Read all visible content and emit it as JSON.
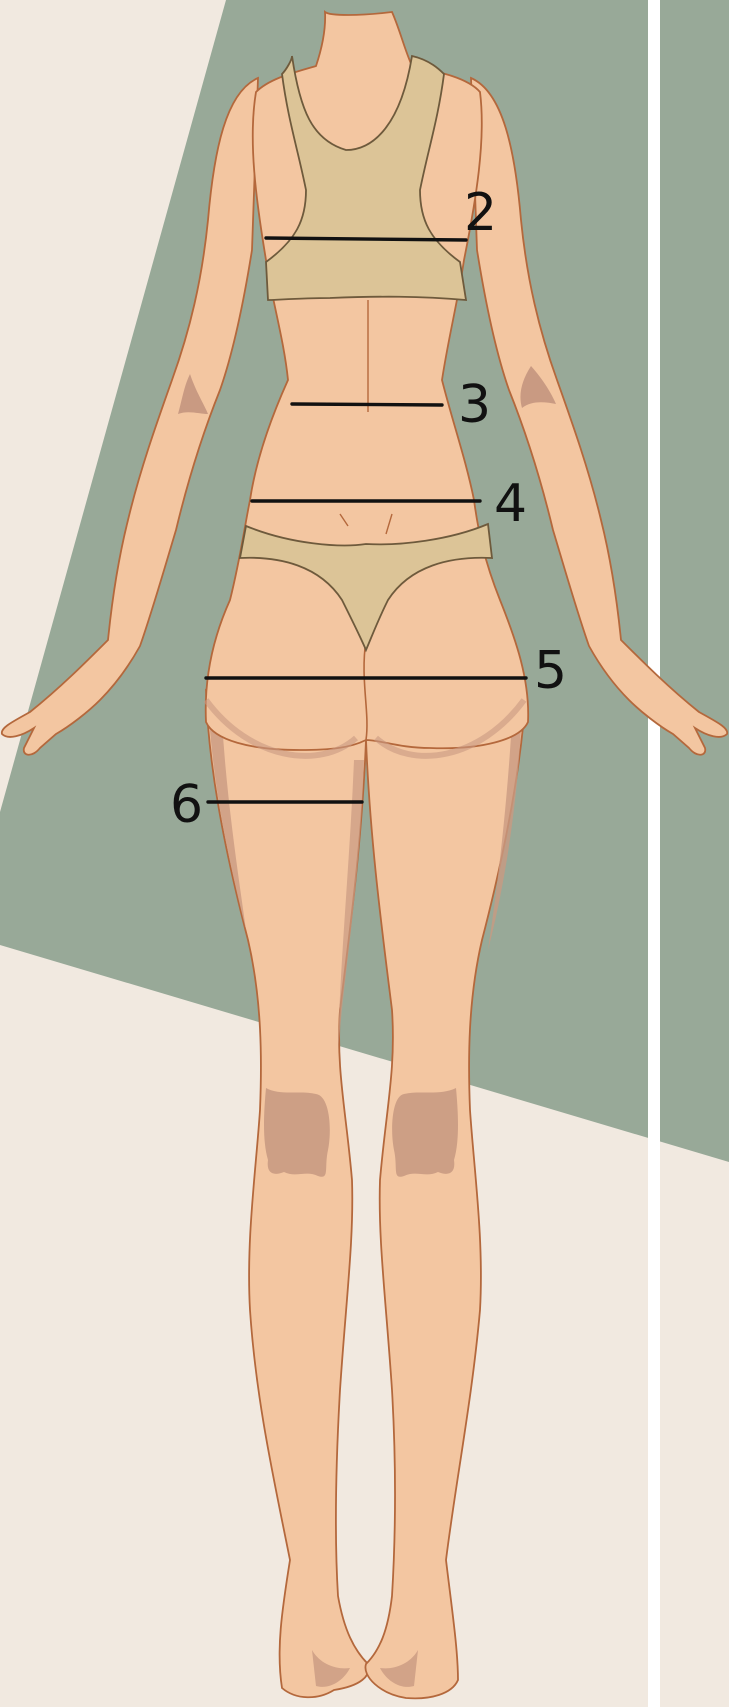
{
  "colors": {
    "background": "#f1e9e0",
    "panel": "#98a998",
    "divider": "#ffffff",
    "skin": "#f3c6a1",
    "skin_outline": "#b4683c",
    "skin_shadow": "#c99a82",
    "garment": "#dcc497",
    "garment_outline": "#6e5a3c",
    "measure_line": "#111111"
  },
  "figure": {
    "view": "back",
    "garments": [
      "sports-bra",
      "briefs"
    ]
  },
  "measurements": [
    {
      "id": "2",
      "label": "2",
      "name": "bust"
    },
    {
      "id": "3",
      "label": "3",
      "name": "waist"
    },
    {
      "id": "4",
      "label": "4",
      "name": "high-hip"
    },
    {
      "id": "5",
      "label": "5",
      "name": "hip"
    },
    {
      "id": "6",
      "label": "6",
      "name": "thigh"
    }
  ]
}
